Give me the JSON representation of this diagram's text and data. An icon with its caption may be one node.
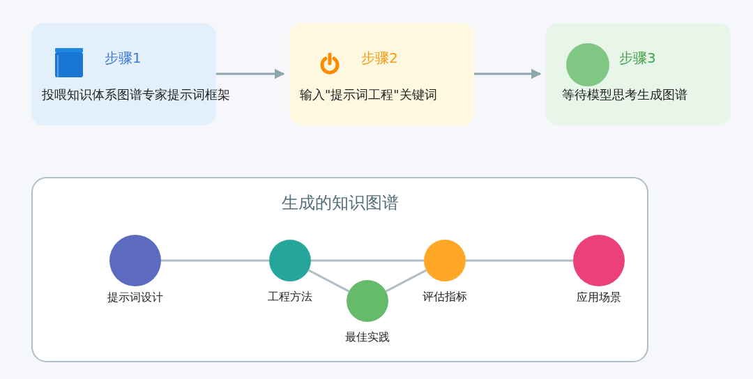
{
  "diagram": {
    "nodes": [
      {
        "text": [
          "步骤1",
          "投喂知识体系图谱专家提示词框架"
        ]
      },
      {
        "text": [
          "步骤2",
          "输入\"提示词工程\"关键词"
        ]
      },
      {
        "text": [
          "步骤3",
          "等待模型思考生成图谱"
        ]
      },
      {
        "text": [
          "生成的知识图谱"
        ]
      },
      {
        "text": [
          "提示词设计"
        ],
        "in": 3
      },
      {
        "text": [
          "工程方法"
        ],
        "in": 3
      },
      {
        "text": [
          "最佳实践"
        ],
        "in": 3
      },
      {
        "text": [
          "评估指标"
        ],
        "in": 3
      },
      {
        "text": [
          "应用场景"
        ],
        "in": 3
      }
    ],
    "edges": [
      {
        "from": 0,
        "to": 1,
        "arrow": "to"
      },
      {
        "from": 1,
        "to": 2,
        "arrow": "to"
      },
      {
        "from": 4,
        "to": 5,
        "arrow": "none"
      },
      {
        "from": 5,
        "to": 7,
        "arrow": "none"
      },
      {
        "from": 7,
        "to": 8,
        "arrow": "none"
      },
      {
        "from": 5,
        "to": 6,
        "arrow": "none"
      },
      {
        "from": 6,
        "to": 7,
        "arrow": "none"
      }
    ]
  }
}
